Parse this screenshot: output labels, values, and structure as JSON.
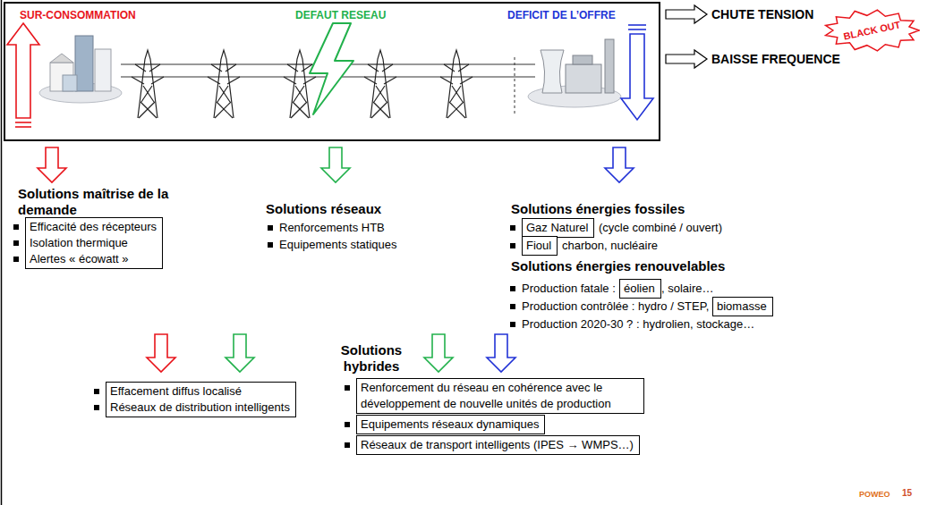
{
  "diagram": {
    "nodes": [
      {
        "text": [
          "SUR-CONSOMMATION",
          "DEFAUT RESEAU",
          "DEFICIT DE L’OFFRE"
        ]
      },
      {
        "text": [
          "BLACK OUT"
        ]
      },
      {
        "text": [
          "Efficacité des récepteurs",
          "Isolation thermique",
          "Alertes « écowatt »"
        ]
      },
      {
        "text": [
          "Gaz Naturel"
        ]
      },
      {
        "text": [
          "Fioul"
        ]
      },
      {
        "text": [
          "éolien"
        ]
      },
      {
        "text": [
          "biomasse"
        ]
      },
      {
        "text": [
          "Effacement diffus localisé",
          "Réseaux de distribution intelligents"
        ]
      },
      {
        "text": [
          "Renforcement du réseau en cohérence avec le développement de nouvelle unités de production"
        ]
      },
      {
        "text": [
          "Equipements réseaux dynamiques"
        ]
      },
      {
        "text": [
          "Réseaux de transport intelligents (IPES → WMPS…)"
        ]
      }
    ],
    "labels": [
      "CHUTE TENSION",
      "BAISSE FREQUENCE",
      "Solutions maîtrise de la demande",
      "Solutions réseaux",
      "Renforcements HTB",
      "Equipements statiques",
      "Solutions énergies fossiles",
      "(cycle combiné / ouvert)",
      "charbon, nucléaire",
      "Solutions énergies renouvelables",
      "Production fatale :",
      ", solaire…",
      "Production contrôlée : hydro / STEP,",
      "Production 2020-30 ? : hydrolien, stockage…",
      "Solutions hybrides",
      "POWEO",
      "15"
    ]
  }
}
